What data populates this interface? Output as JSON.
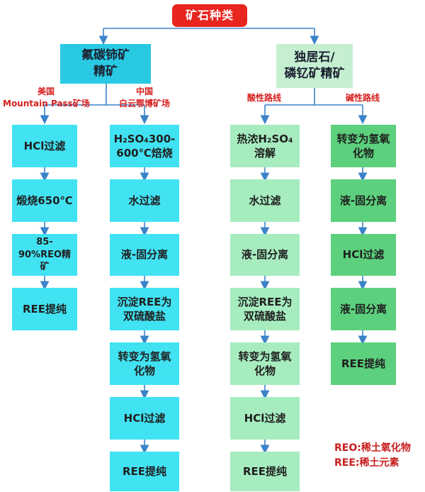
{
  "title": "矿石种类",
  "mineral_left": [
    "氟碳铈矿",
    "精矿"
  ],
  "mineral_right": [
    "独居石/",
    "磷钇矿精矿"
  ],
  "route_labels": {
    "usa": [
      "美国",
      "Mountain Pass矿场"
    ],
    "china": [
      "中国",
      "白云鄂博矿场"
    ],
    "acid": "酸性路线",
    "alkali": "碱性路线"
  },
  "col1": [
    "HCl过滤",
    "煅烧650℃",
    "85-90%REO精矿",
    "REE提纯"
  ],
  "col2": [
    "H₂SO₄300-600℃焙烧",
    "水过滤",
    "液-固分离",
    "沉淀REE为双硫酸盐",
    "转变为氢氧化物",
    "HCl过滤",
    "REE提纯"
  ],
  "col3": [
    "热浓H₂SO₄溶解",
    "水过滤",
    "液-固分离",
    "沉淀REE为双硫酸盐",
    "转变为氢氧化物",
    "HCl过滤",
    "REE提纯"
  ],
  "col4": [
    "转变为氢氧化物",
    "液-固分离",
    "HCl过滤",
    "液-固分离",
    "REE提纯"
  ],
  "legend": [
    "REO:稀土氧化物",
    "REE:稀土元素"
  ],
  "colors": {
    "title_bg": "#e8251f",
    "cyan": "#41e2f2",
    "pale_green": "#a6ecbf",
    "green": "#5cd07d",
    "label_red": "#d51e1e",
    "arrow": "#3b83c8"
  }
}
